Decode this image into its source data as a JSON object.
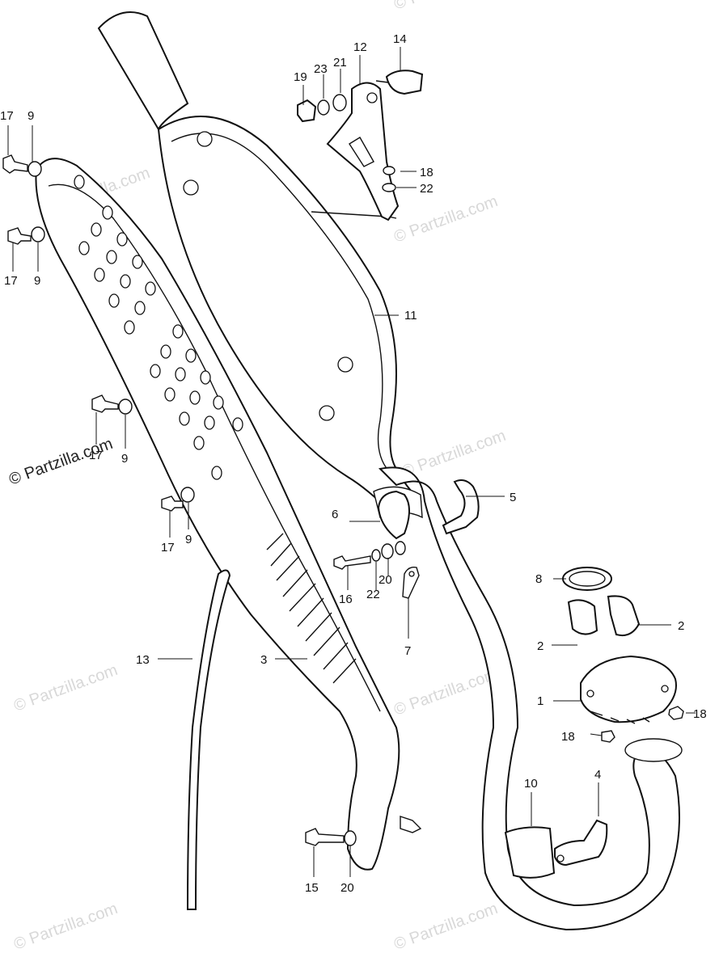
{
  "watermark": "© Partzilla.com",
  "callouts": [
    {
      "id": "c1",
      "text": "1"
    },
    {
      "id": "c2a",
      "text": "2"
    },
    {
      "id": "c2b",
      "text": "2"
    },
    {
      "id": "c3",
      "text": "3"
    },
    {
      "id": "c4",
      "text": "4"
    },
    {
      "id": "c5",
      "text": "5"
    },
    {
      "id": "c6",
      "text": "6"
    },
    {
      "id": "c7",
      "text": "7"
    },
    {
      "id": "c8",
      "text": "8"
    },
    {
      "id": "c9a",
      "text": "9"
    },
    {
      "id": "c9b",
      "text": "9"
    },
    {
      "id": "c9c",
      "text": "9"
    },
    {
      "id": "c9d",
      "text": "9"
    },
    {
      "id": "c10",
      "text": "10"
    },
    {
      "id": "c11",
      "text": "11"
    },
    {
      "id": "c12",
      "text": "12"
    },
    {
      "id": "c13",
      "text": "13"
    },
    {
      "id": "c14",
      "text": "14"
    },
    {
      "id": "c15",
      "text": "15"
    },
    {
      "id": "c16",
      "text": "16"
    },
    {
      "id": "c17a",
      "text": "17"
    },
    {
      "id": "c17b",
      "text": "17"
    },
    {
      "id": "c17c",
      "text": "17"
    },
    {
      "id": "c17d",
      "text": "17"
    },
    {
      "id": "c18a",
      "text": "18"
    },
    {
      "id": "c18b",
      "text": "18"
    },
    {
      "id": "c18c",
      "text": "18"
    },
    {
      "id": "c19",
      "text": "19"
    },
    {
      "id": "c20a",
      "text": "20"
    },
    {
      "id": "c20b",
      "text": "20"
    },
    {
      "id": "c21",
      "text": "21"
    },
    {
      "id": "c22a",
      "text": "22"
    },
    {
      "id": "c22b",
      "text": "22"
    },
    {
      "id": "c23",
      "text": "23"
    }
  ]
}
